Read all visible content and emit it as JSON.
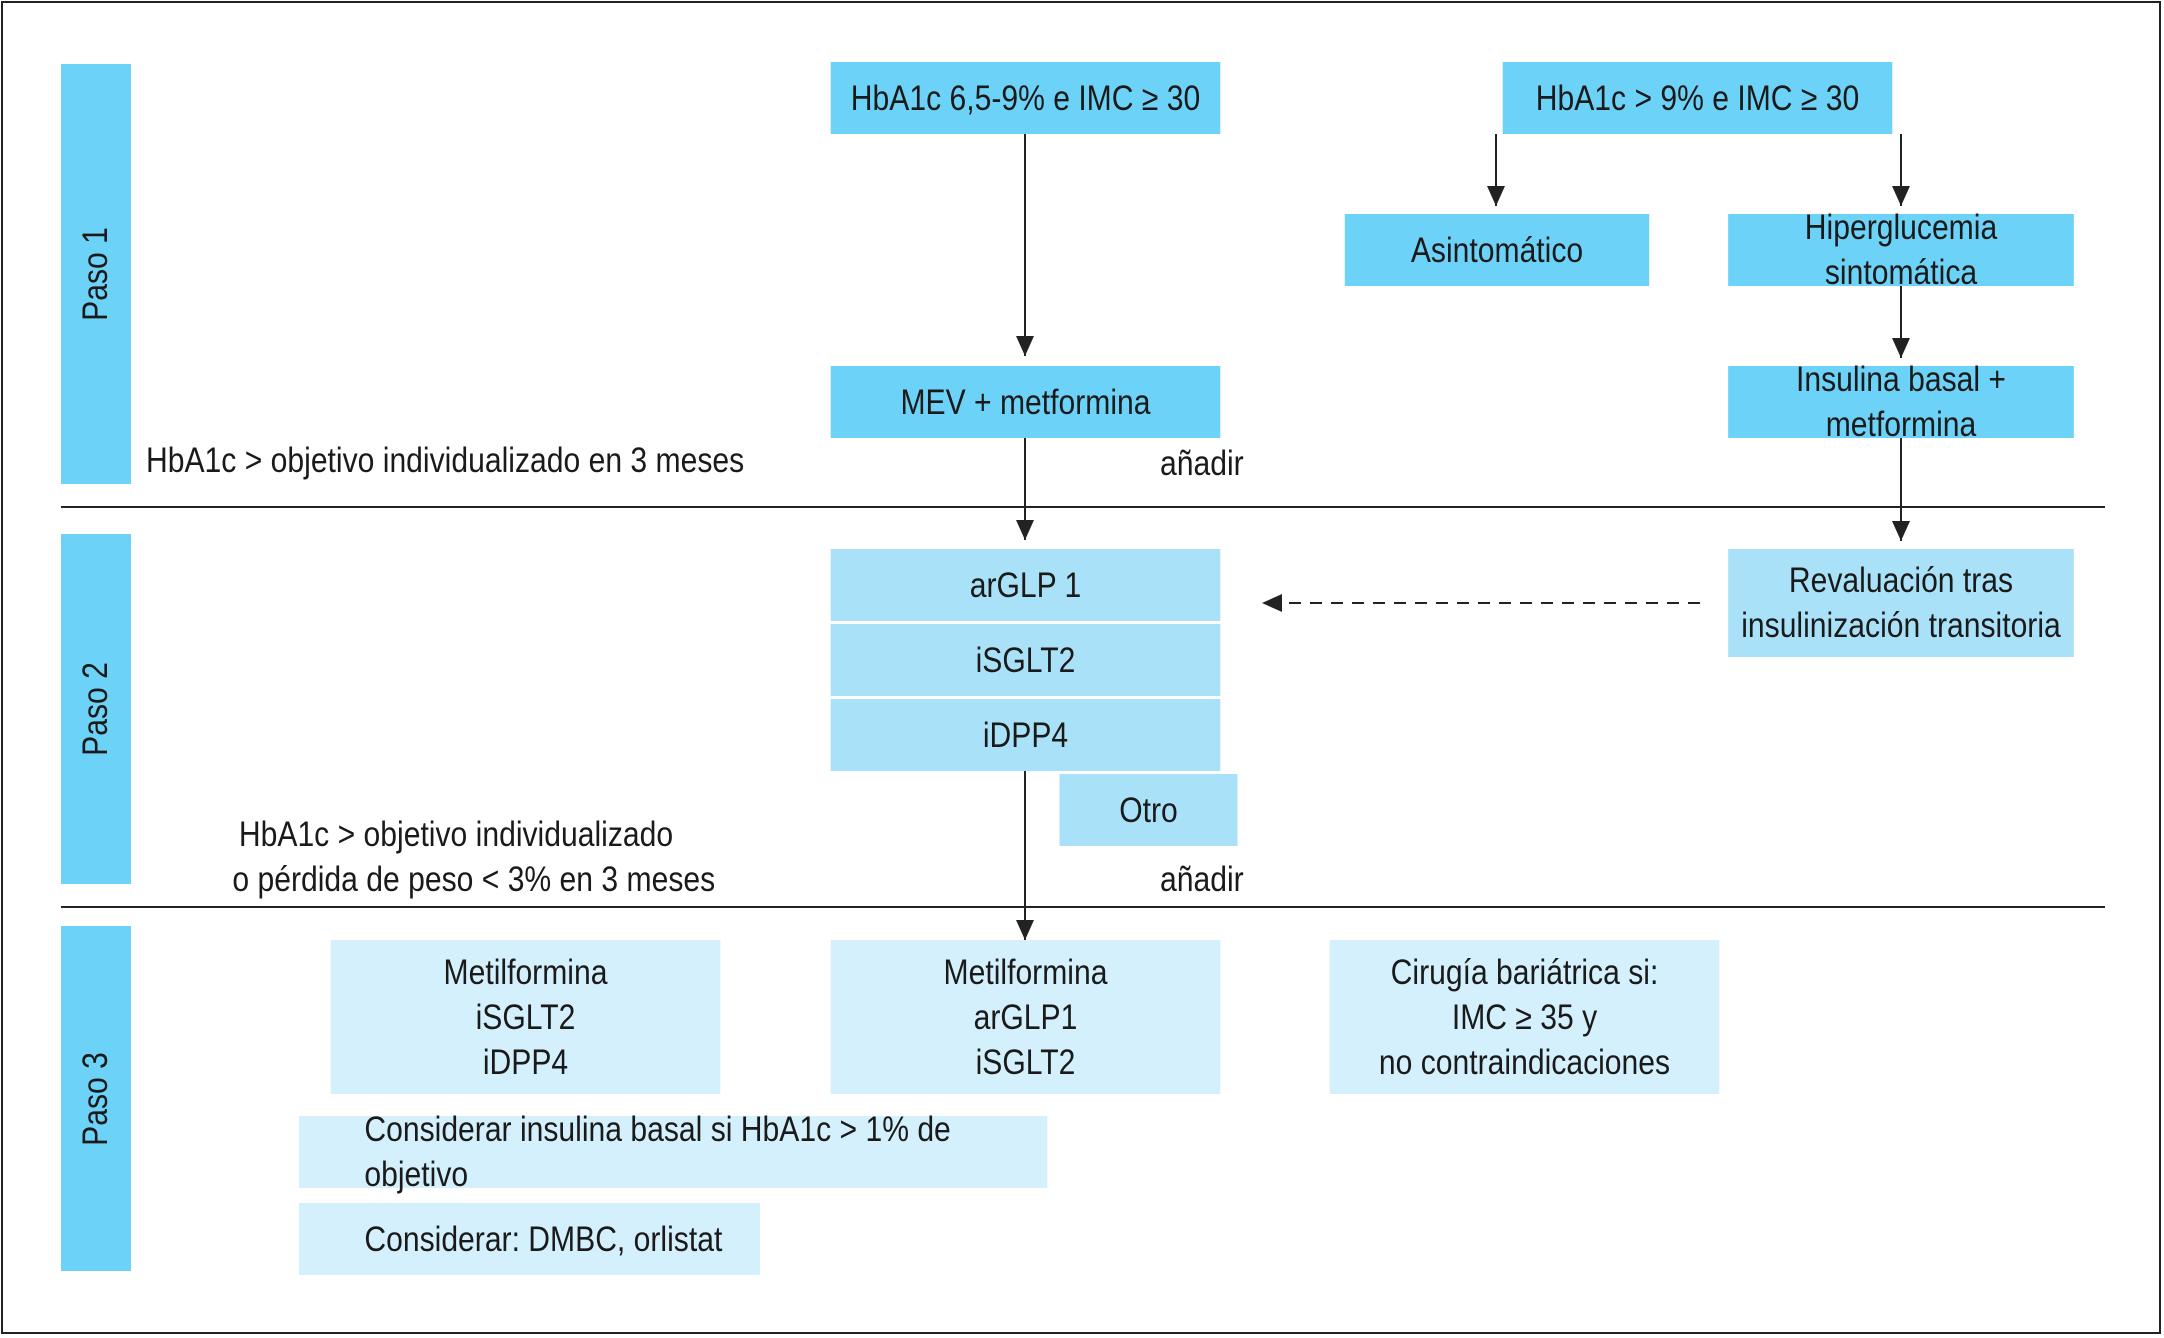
{
  "steps": [
    "Paso 1",
    "Paso 2",
    "Paso 3"
  ],
  "step1": {
    "cond_mid": "HbA1c 6,5-9% e IMC ≥ 30",
    "cond_high": "HbA1c > 9% e IMC ≥ 30",
    "asymptomatic": "Asintomático",
    "symptomatic": "Hiperglucemia sintomática",
    "mev": "MEV + metformina",
    "basal": "Insulina basal + metformina",
    "threshold": "HbA1c > objetivo individualizado en 3 meses",
    "add": "añadir"
  },
  "step2": {
    "options": [
      "arGLP 1",
      "iSGLT2",
      "iDPP4"
    ],
    "other": "Otro",
    "reeval": [
      "Revaluación tras",
      "insulinización transitoria"
    ],
    "threshold": [
      "HbA1c > objetivo individualizado",
      "o pérdida de peso < 3% en 3 meses"
    ],
    "add": "añadir"
  },
  "step3": {
    "combo_a": [
      "Metilformina",
      "iSGLT2",
      "iDPP4"
    ],
    "combo_b": [
      "Metilformina",
      "arGLP1",
      "iSGLT2"
    ],
    "surgery": [
      "Cirugía bariátrica si:",
      "IMC ≥ 35 y",
      "no contraindicaciones"
    ],
    "insulin_note": "Considerar insulina basal si HbA1c > 1% de objetivo",
    "other_note": "Considerar: DMBC, orlistat"
  },
  "colors": {
    "dark": "#6dd2f7",
    "mid": "#a9e2f8",
    "light": "#d4f0fc",
    "line": "#222222"
  }
}
